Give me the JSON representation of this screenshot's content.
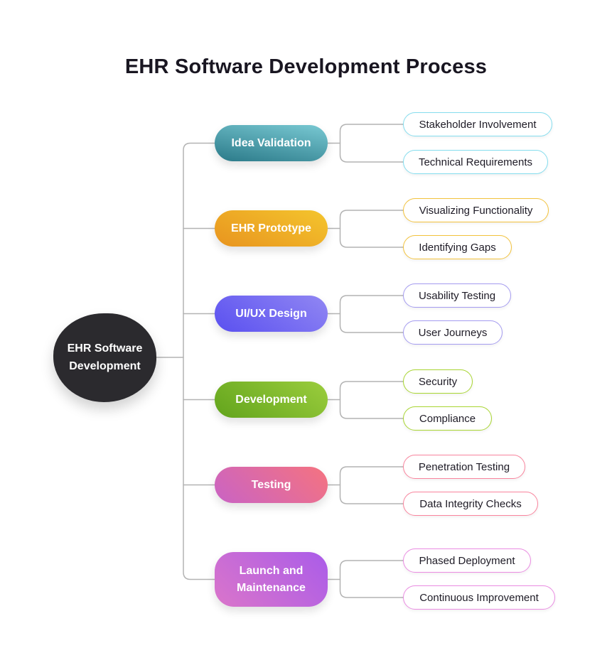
{
  "page": {
    "title": "EHR Software Development Process",
    "background": "#ffffff"
  },
  "connector_color": "#b3b3b3",
  "root": {
    "label_line1": "EHR Software",
    "label_line2": "Development",
    "color": "#2b2a2e",
    "text_color": "#ffffff"
  },
  "branches": [
    {
      "label": "Idea Validation",
      "gradient_angle": "190deg",
      "color_from": "#79c9d3",
      "color_to": "#2b7a89",
      "leaf_border": "#85ddee",
      "children": [
        "Stakeholder Involvement",
        "Technical Requirements"
      ]
    },
    {
      "label": "EHR Prototype",
      "gradient_angle": "205deg",
      "color_from": "#f4c52d",
      "color_to": "#e8941f",
      "leaf_border": "#f2c23c",
      "children": [
        "Visualizing Functionality",
        "Identifying Gaps"
      ]
    },
    {
      "label": "UI/UX Design",
      "gradient_angle": "215deg",
      "color_from": "#9187f3",
      "color_to": "#5a50f0",
      "leaf_border": "#a49bf0",
      "children": [
        "Usability Testing",
        "User Journeys"
      ]
    },
    {
      "label": "Development",
      "gradient_angle": "215deg",
      "color_from": "#9bcd3d",
      "color_to": "#62a41c",
      "leaf_border": "#a8d531",
      "children": [
        "Security",
        "Compliance"
      ]
    },
    {
      "label": "Testing",
      "gradient_angle": "225deg",
      "color_from": "#f5737f",
      "color_to": "#c963c5",
      "leaf_border": "#f9849d",
      "children": [
        "Penetration Testing",
        "Data Integrity Checks"
      ]
    },
    {
      "label": "Launch and Maintenance",
      "gradient_angle": "225deg",
      "color_from": "#aa5ce9",
      "color_to": "#da75ca",
      "leaf_border": "#ea8ce2",
      "children": [
        "Phased Deployment",
        "Continuous Improvement"
      ]
    }
  ]
}
